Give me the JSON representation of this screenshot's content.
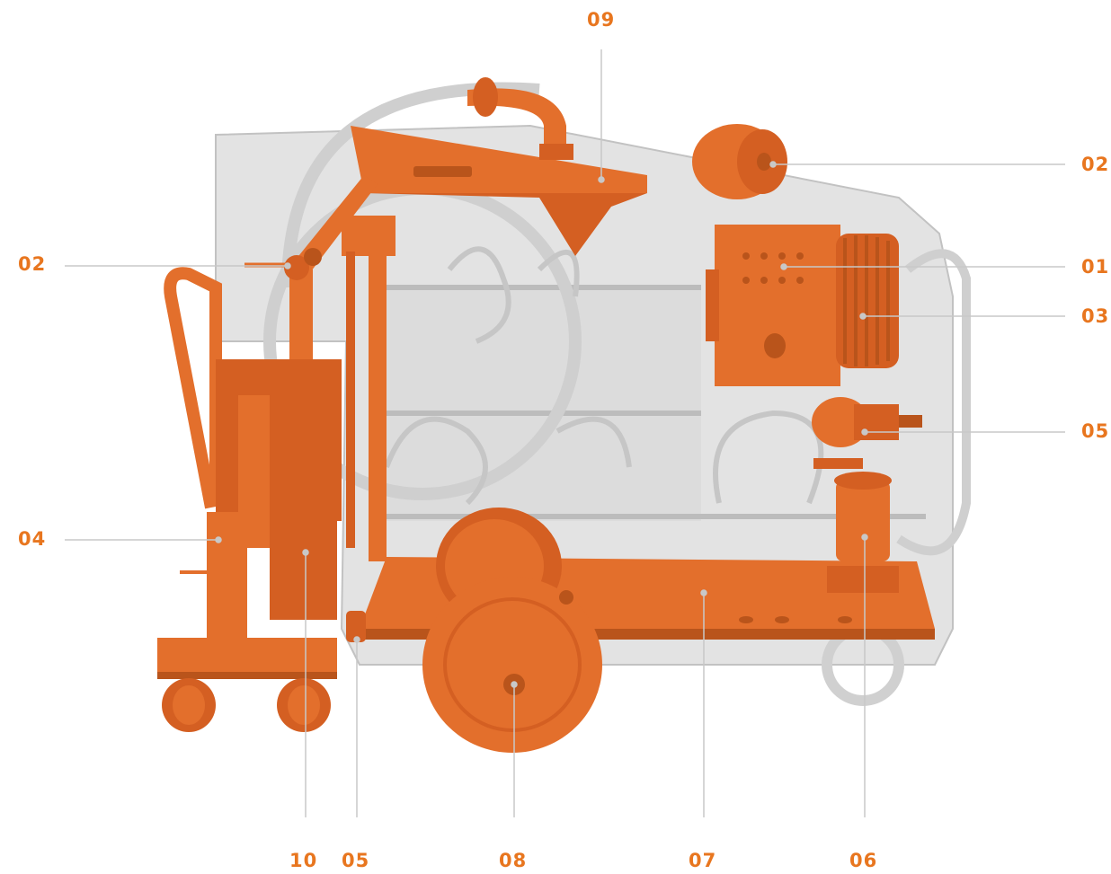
{
  "callouts": {
    "top_09": "09",
    "right_02": "02",
    "left_02": "02",
    "right_01": "01",
    "right_03": "03",
    "right_05": "05",
    "left_04": "04",
    "bottom_10": "10",
    "bottom_05": "05",
    "bottom_08": "08",
    "bottom_07": "07",
    "bottom_06": "06"
  },
  "colors": {
    "machine_orange": "#e36f2c",
    "machine_orange_dark": "#b9541b",
    "ghost_grey": "#d2d2d2",
    "leader_line": "#c8c8c8",
    "label_orange": "#e8761f"
  }
}
